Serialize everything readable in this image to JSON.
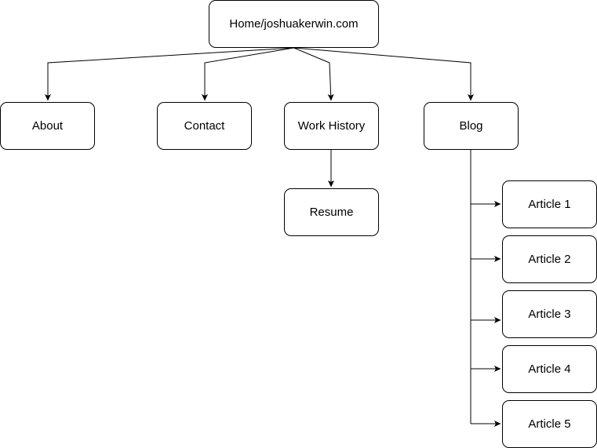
{
  "diagram": {
    "root": "Home/joshuakerwin.com",
    "sections": {
      "about": "About",
      "contact": "Contact",
      "work_history": "Work History",
      "blog": "Blog"
    },
    "work_history_children": {
      "resume": "Resume"
    },
    "blog_children": [
      "Article 1",
      "Article 2",
      "Article 3",
      "Article 4",
      "Article 5"
    ],
    "edges": [
      [
        "Home/joshuakerwin.com",
        "About"
      ],
      [
        "Home/joshuakerwin.com",
        "Contact"
      ],
      [
        "Home/joshuakerwin.com",
        "Work History"
      ],
      [
        "Home/joshuakerwin.com",
        "Blog"
      ],
      [
        "Work History",
        "Resume"
      ],
      [
        "Blog",
        "Article 1"
      ],
      [
        "Blog",
        "Article 2"
      ],
      [
        "Blog",
        "Article 3"
      ],
      [
        "Blog",
        "Article 4"
      ],
      [
        "Blog",
        "Article 5"
      ]
    ],
    "colors": {
      "stroke": "#000000",
      "fill": "#ffffff",
      "text": "#000000"
    }
  }
}
